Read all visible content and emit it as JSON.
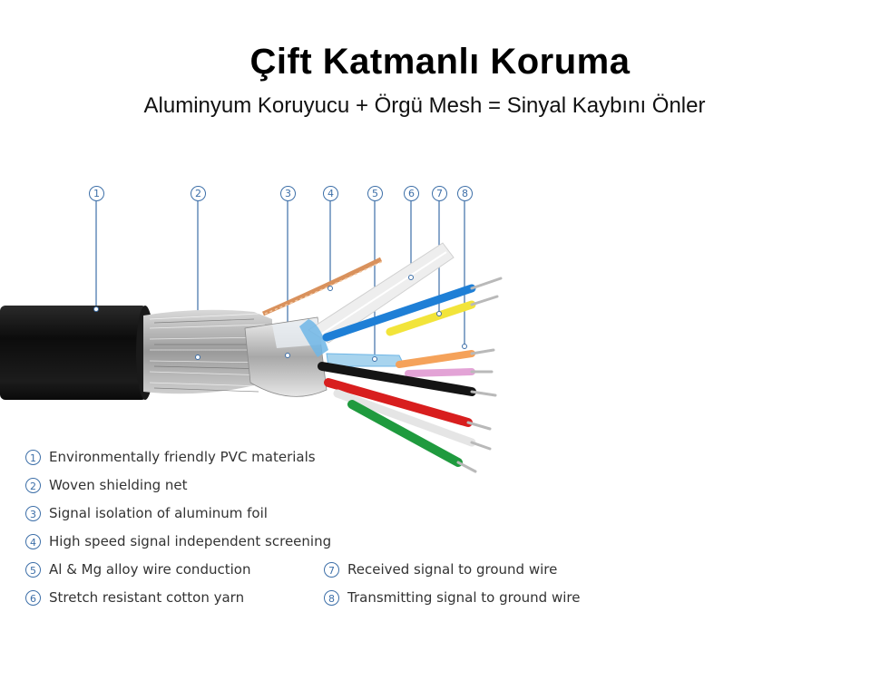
{
  "title": "Çift Katmanlı Koruma",
  "subtitle": "Aluminyum Koruyucu + Örgü Mesh = Sinyal Kaybını Önler",
  "callouts": [
    "1",
    "2",
    "3",
    "4",
    "5",
    "6",
    "7",
    "8"
  ],
  "legend": [
    {
      "num": "1",
      "text": "Environmentally friendly PVC materials"
    },
    {
      "num": "2",
      "text": "Woven shielding net"
    },
    {
      "num": "3",
      "text": "Signal isolation of aluminum foil"
    },
    {
      "num": "4",
      "text": "High speed signal independent screening"
    },
    {
      "num": "5",
      "text": "Al & Mg alloy wire conduction"
    },
    {
      "num": "6",
      "text": "Stretch resistant cotton yarn"
    },
    {
      "num": "7",
      "text": "Received signal to ground wire"
    },
    {
      "num": "8",
      "text": "Transmitting signal to ground wire"
    }
  ],
  "colors": {
    "callout": "#3d6fa8",
    "jacket": "#111111",
    "wire_blue": "#1e7fd6",
    "wire_yellow": "#f2e43a",
    "wire_orange": "#f5a25a",
    "wire_pink": "#e3a3d6",
    "wire_black": "#141414",
    "wire_red": "#d81e1e",
    "wire_white": "#f2f2f2",
    "wire_green": "#1f9a3e"
  }
}
